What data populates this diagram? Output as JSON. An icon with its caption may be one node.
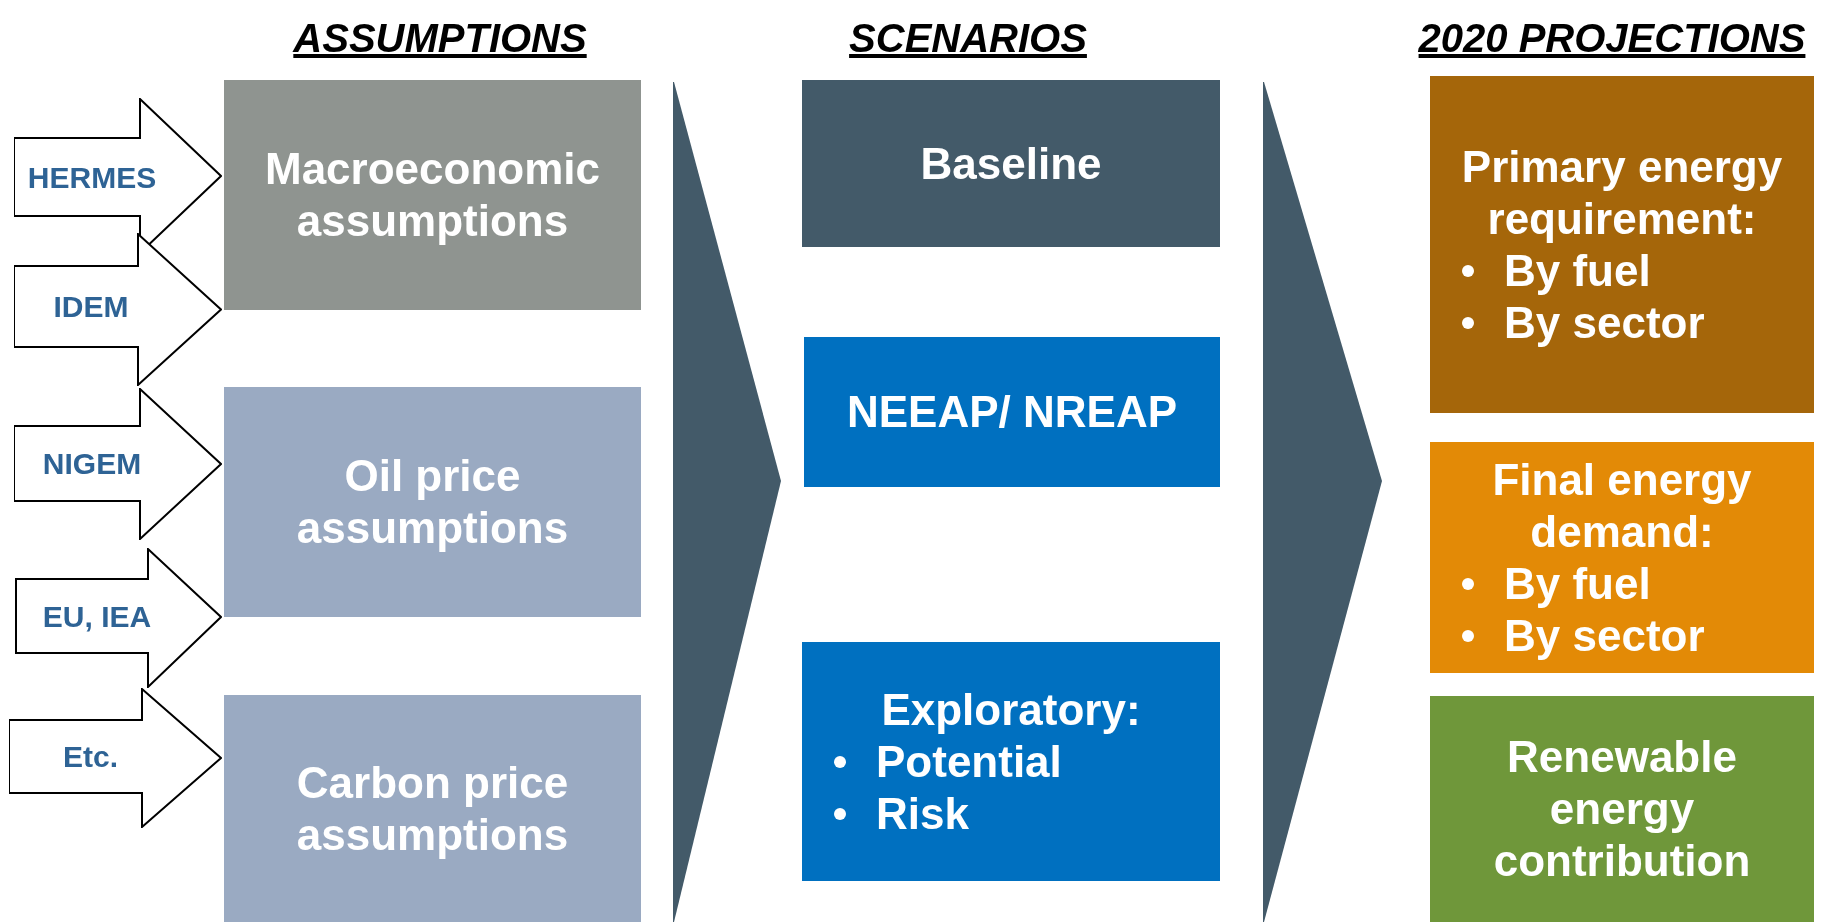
{
  "diagram": {
    "nodes": [
      {
        "text": [
          "Macroeconomic assumptions"
        ]
      },
      {
        "text": [
          "Oil price assumptions"
        ]
      },
      {
        "text": [
          "Carbon price assumptions"
        ]
      },
      {
        "text": [
          "Baseline"
        ]
      },
      {
        "text": [
          "NEEAP/ NREAP"
        ]
      },
      {
        "text": [
          "Exploratory:",
          "Potential",
          "Risk"
        ]
      },
      {
        "text": [
          "Primary energy requirement:",
          "By fuel",
          "By sector"
        ]
      },
      {
        "text": [
          "Final energy demand:",
          "By fuel",
          "By sector"
        ]
      },
      {
        "text": [
          "Renewable energy contribution"
        ]
      }
    ],
    "edges": [
      {
        "from": null,
        "to": 0,
        "arrow": "to",
        "label": "HERMES"
      },
      {
        "from": null,
        "to": 0,
        "arrow": "to",
        "label": "IDEM"
      },
      {
        "from": null,
        "to": 1,
        "arrow": "to",
        "label": "NIGEM"
      },
      {
        "from": null,
        "to": 1,
        "arrow": "to",
        "label": "EU, IEA"
      },
      {
        "from": null,
        "to": 2,
        "arrow": "to",
        "label": "Etc."
      }
    ],
    "labels": [
      "ASSUMPTIONS",
      "SCENARIOS",
      "2020 PROJECTIONS"
    ]
  }
}
